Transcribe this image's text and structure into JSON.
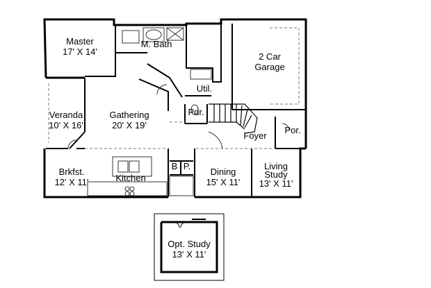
{
  "rooms": {
    "master": {
      "name": "Master",
      "size": "17' X 14'"
    },
    "mbath": {
      "name": "M. Bath"
    },
    "garage": {
      "line1": "2 Car",
      "line2": "Garage"
    },
    "util": {
      "name": "Util."
    },
    "veranda": {
      "name": "Veranda",
      "size": "10' X 16'"
    },
    "gathering": {
      "name": "Gathering",
      "size": "20' X 19'"
    },
    "pdr": {
      "name": "Pdr."
    },
    "foyer": {
      "name": "Foyer"
    },
    "porch": {
      "name": "Por."
    },
    "brkfst": {
      "name": "Brkfst.",
      "size": "12' X 11'"
    },
    "kitchen": {
      "name": "Kitchen"
    },
    "b": {
      "name": "B"
    },
    "p": {
      "name": "P."
    },
    "dining": {
      "name": "Dining",
      "size": "15' X 11'"
    },
    "living": {
      "line1": "Living",
      "line2": "Study",
      "size": "13' X 11'"
    },
    "optstudy": {
      "name": "Opt. Study",
      "size": "13' X 11'"
    }
  },
  "colors": {
    "wall": "#000000",
    "fixture": "#333333",
    "dashed": "#777777",
    "background": "#ffffff"
  }
}
